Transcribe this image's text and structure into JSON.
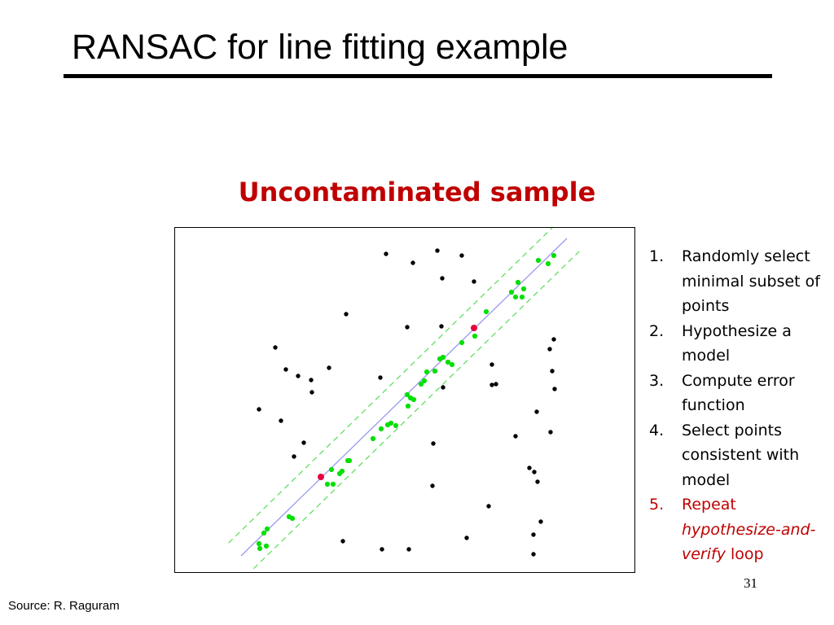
{
  "slide": {
    "title": "RANSAC for line fitting example",
    "subtitle": "Uncontaminated sample",
    "page_number": "31",
    "source": "Source: R. Raguram"
  },
  "steps": [
    {
      "number": "1.",
      "text": "Randomly select minimal subset of points"
    },
    {
      "number": "2.",
      "text": "Hypothesize a model"
    },
    {
      "number": "3.",
      "text": "Compute error function"
    },
    {
      "number": "4.",
      "text": "Select points consistent with model"
    },
    {
      "number": "5.",
      "text_before": "Repeat ",
      "text_italic": "hypothesize-and-verify",
      "text_after": " loop"
    }
  ],
  "colors": {
    "subtitle": "#c00000",
    "highlight_step": "#c00000",
    "outlier": "#000000",
    "inlier": "#00e000",
    "sample": "#e8003c",
    "fitted_line": "#9999ee",
    "threshold_band": "#55dd55"
  },
  "chart_data": {
    "type": "scatter",
    "xlim": [
      214,
      780
    ],
    "ylim": [
      279,
      704
    ],
    "fitted_line": [
      [
        295,
        682
      ],
      [
        695,
        292
      ]
    ],
    "threshold_offset": 22,
    "series": [
      {
        "role": "outlier",
        "points": [
          [
            473,
            311
          ],
          [
            506,
            322
          ],
          [
            536,
            307
          ],
          [
            566,
            313
          ],
          [
            542,
            341
          ],
          [
            581,
            345
          ],
          [
            424,
            385
          ],
          [
            499,
            401
          ],
          [
            541,
            400
          ],
          [
            337,
            426
          ],
          [
            350,
            453
          ],
          [
            365,
            461
          ],
          [
            381,
            466
          ],
          [
            403,
            451
          ],
          [
            382,
            481
          ],
          [
            466,
            463
          ],
          [
            543,
            475
          ],
          [
            603,
            447
          ],
          [
            603,
            472
          ],
          [
            608,
            471
          ],
          [
            679,
            416
          ],
          [
            674,
            428
          ],
          [
            677,
            455
          ],
          [
            680,
            477
          ],
          [
            317,
            502
          ],
          [
            344,
            516
          ],
          [
            372,
            543
          ],
          [
            360,
            560
          ],
          [
            658,
            505
          ],
          [
            675,
            530
          ],
          [
            632,
            535
          ],
          [
            531,
            544
          ],
          [
            649,
            574
          ],
          [
            655,
            579
          ],
          [
            659,
            591
          ],
          [
            530,
            596
          ],
          [
            599,
            621
          ],
          [
            663,
            640
          ],
          [
            654,
            656
          ],
          [
            420,
            664
          ],
          [
            468,
            674
          ],
          [
            501,
            674
          ],
          [
            572,
            660
          ],
          [
            654,
            680
          ]
        ]
      },
      {
        "role": "inlier",
        "points": [
          [
            660,
            319
          ],
          [
            672,
            323
          ],
          [
            679,
            313
          ],
          [
            635,
            346
          ],
          [
            642,
            354
          ],
          [
            627,
            358
          ],
          [
            632,
            364
          ],
          [
            640,
            364
          ],
          [
            596,
            382
          ],
          [
            582,
            412
          ],
          [
            566,
            420
          ],
          [
            539,
            440
          ],
          [
            543,
            438
          ],
          [
            549,
            444
          ],
          [
            554,
            447
          ],
          [
            533,
            455
          ],
          [
            520,
            467
          ],
          [
            516,
            471
          ],
          [
            523,
            456
          ],
          [
            499,
            484
          ],
          [
            503,
            488
          ],
          [
            507,
            490
          ],
          [
            500,
            498
          ],
          [
            479,
            519
          ],
          [
            475,
            521
          ],
          [
            485,
            522
          ],
          [
            467,
            526
          ],
          [
            457,
            538
          ],
          [
            426,
            565
          ],
          [
            428,
            565
          ],
          [
            419,
            578
          ],
          [
            416,
            581
          ],
          [
            406,
            576
          ],
          [
            401,
            594
          ],
          [
            408,
            594
          ],
          [
            327,
            649
          ],
          [
            323,
            654
          ],
          [
            317,
            667
          ],
          [
            318,
            673
          ],
          [
            326,
            670
          ],
          [
            354,
            634
          ],
          [
            358,
            636
          ]
        ]
      },
      {
        "role": "sample",
        "points": [
          [
            393,
            585
          ],
          [
            581,
            402
          ]
        ]
      }
    ]
  }
}
